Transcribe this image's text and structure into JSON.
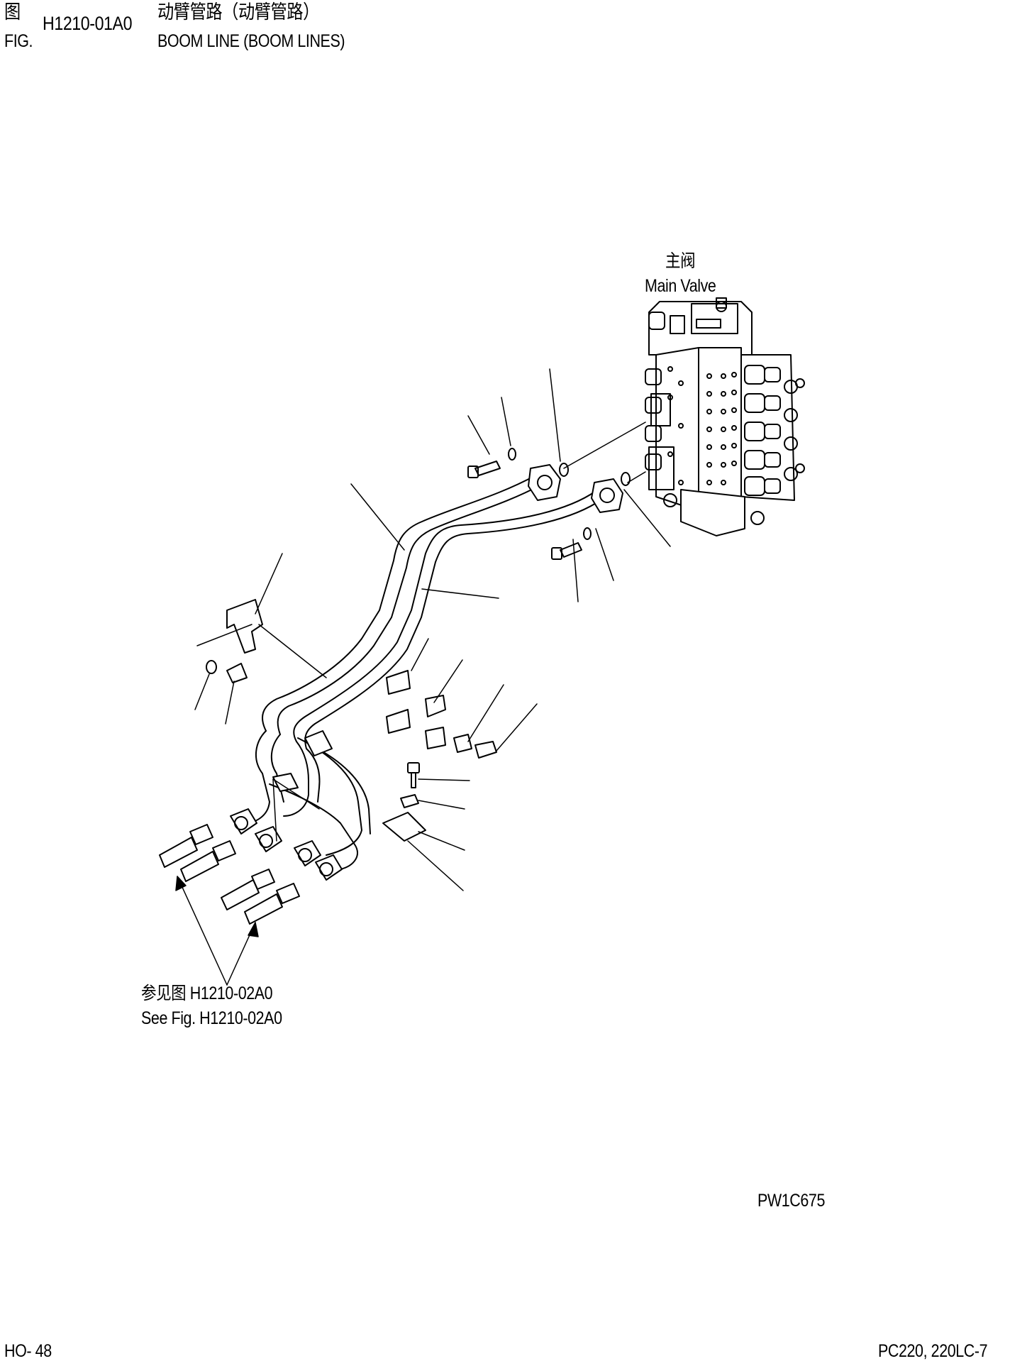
{
  "header": {
    "fig_cn": "图",
    "fig_en": "FIG.",
    "fig_number": "H1210-01A0",
    "title_cn": "动臂管路（动臂管路）",
    "title_en": "BOOM LINE (BOOM LINES)"
  },
  "labels": {
    "main_valve_cn": "主阀",
    "main_valve_en": "Main Valve",
    "see_fig_cn": "参见图 H1210-02A0",
    "see_fig_en": "See Fig. H1210-02A0"
  },
  "drawing_code": "PW1C675",
  "footer": {
    "page": "HO- 48",
    "model": "PC220, 220LC-7"
  }
}
